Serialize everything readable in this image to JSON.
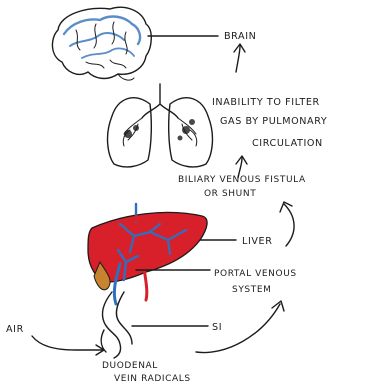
{
  "labels": {
    "brain": "BRAIN",
    "inability_line1": "INABILITY TO FILTER",
    "inability_line2": "GAS BY PULMONARY",
    "inability_line3": "CIRCULATION",
    "fistula_line1": "BILIARY VENOUS FISTULA",
    "fistula_line2": "OR SHUNT",
    "liver": "LIVER",
    "portal_line1": "PORTAL VENOUS",
    "portal_line2": "SYSTEM",
    "si": "SI",
    "air": "AIR",
    "duodenal_line1": "DUODENAL",
    "duodenal_line2": "VEIN RADICALS"
  },
  "icons": [
    "brain-icon",
    "lungs-icon",
    "liver-icon",
    "intestine-icon"
  ],
  "colors": {
    "ink": "#1c1c1c",
    "brain_vessels": "#5b8ec9",
    "liver_red": "#d8202b",
    "portal_blue": "#2f6fc0",
    "gallbladder": "#c8832e"
  }
}
